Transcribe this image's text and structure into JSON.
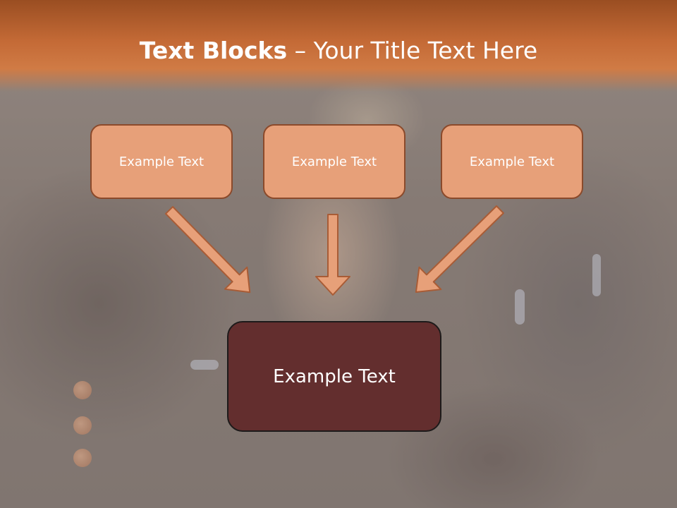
{
  "slide": {
    "title_bold": "Text Blocks",
    "title_rest": " – Your Title Text Here"
  },
  "boxes": {
    "top": [
      {
        "label": "Example Text"
      },
      {
        "label": "Example Text"
      },
      {
        "label": "Example Text"
      }
    ],
    "bottom": {
      "label": "Example Text"
    }
  },
  "colors": {
    "title_band": "#c46a36",
    "small_box_fill": "#e7a079",
    "small_box_border": "#8b4a2b",
    "big_box_fill": "#632e2e",
    "arrow_fill": "#e7a079",
    "arrow_stroke": "#a85c36"
  },
  "background": {
    "image": "photo-background",
    "description_icon": "motorcycle-photo"
  }
}
